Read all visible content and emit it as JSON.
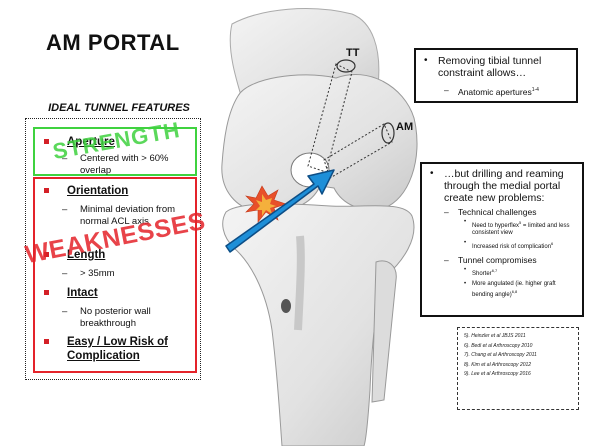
{
  "slide": {
    "title": "AM PORTAL",
    "features_heading": "IDEAL TUNNEL FEATURES"
  },
  "features": [
    {
      "title": "Aperture",
      "sub": [
        "Centered with > 60% overlap"
      ]
    },
    {
      "title": "Orientation",
      "sub": [
        "Minimal deviation from normal ACL axis"
      ]
    },
    {
      "title": "Length",
      "sub": [
        "> 35mm"
      ]
    },
    {
      "title": "Intact",
      "sub": [
        "No posterior wall breakthrough"
      ]
    },
    {
      "title": "Easy / Low Risk of Complication",
      "sub": []
    }
  ],
  "stamps": {
    "strength": "STRENGTH",
    "weakness": "WEAKNESSES"
  },
  "diagram_labels": {
    "tt": "TT",
    "am": "AM"
  },
  "box_tibial": {
    "bullet": "Removing tibial tunnel constraint allows…",
    "sub": "Anatomic apertures",
    "sub_sup": "1-4"
  },
  "box_medial": {
    "bullet": "…but drilling and reaming through the medial portal create new problems:",
    "groups": [
      {
        "label": "Technical challenges",
        "items": [
          {
            "text": "Need to hyperflex",
            "sup": "5",
            "text2": " = limited and less consistent view"
          },
          {
            "text": "Increased risk of complication",
            "sup": "6",
            "text2": ""
          }
        ]
      },
      {
        "label": "Tunnel compromises",
        "items": [
          {
            "text": "Shorter",
            "sup": "6,7",
            "text2": ""
          },
          {
            "text": "More angulated (ie. higher graft bending angle)",
            "sup": "6,8",
            "text2": ""
          }
        ]
      }
    ]
  },
  "references": [
    "5). Heinzler et al JBJS 2011",
    "6). Bedi et al Arthroscopy 2010",
    "7). Chang et al Arthroscopy 2011",
    "8). Kim et al Arthroscopy 2012",
    "9). Lee et al Arthroscopy 2016"
  ],
  "colors": {
    "strength": "#3fd23f",
    "weakness": "#e4232a",
    "arrow": "#1e8fd8",
    "burst": "#e8502a"
  },
  "icons": {
    "feature_bullet": "red-square-bullet",
    "drill_arrow": "blue-arrow-icon",
    "impact": "starburst-icon"
  }
}
